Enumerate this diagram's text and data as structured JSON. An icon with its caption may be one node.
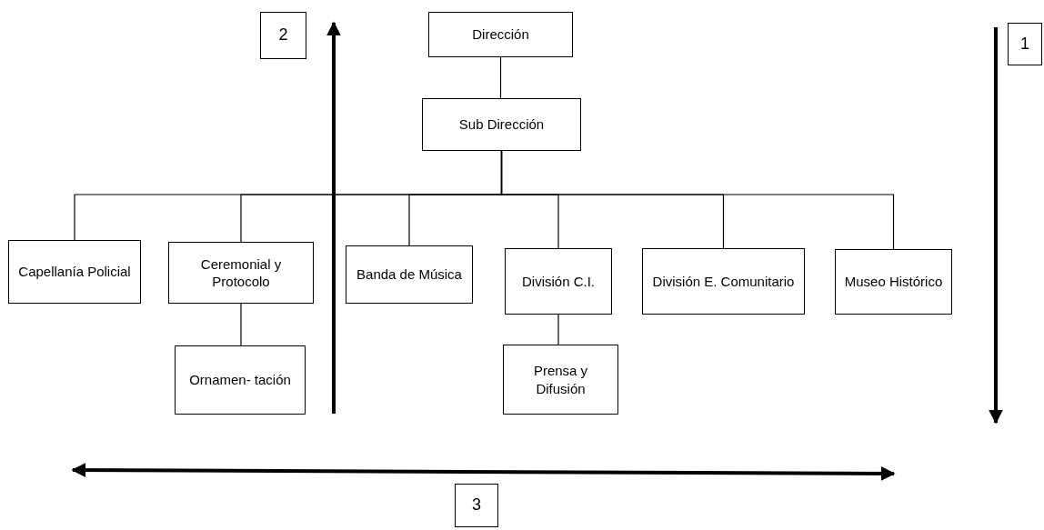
{
  "diagram": {
    "nodes": [
      {
        "text": [
          "Dirección"
        ]
      },
      {
        "text": [
          "Sub Dirección"
        ]
      },
      {
        "text": [
          "Capellanía Policial"
        ]
      },
      {
        "text": [
          "Ceremonial y Protocolo"
        ]
      },
      {
        "text": [
          "Banda de Música"
        ]
      },
      {
        "text": [
          "División C.I."
        ]
      },
      {
        "text": [
          "División E. Comunitario"
        ]
      },
      {
        "text": [
          "Museo Histórico"
        ]
      },
      {
        "text": [
          "Ornamen- tación"
        ]
      },
      {
        "text": [
          "Prensa y Difusión"
        ]
      },
      {
        "text": [
          "2"
        ]
      },
      {
        "text": [
          "1"
        ]
      },
      {
        "text": [
          "3"
        ]
      }
    ],
    "edges": [
      {
        "from": 0,
        "to": 1,
        "arrow": "none"
      },
      {
        "from": 1,
        "to": 2,
        "arrow": "none"
      },
      {
        "from": 1,
        "to": 3,
        "arrow": "none"
      },
      {
        "from": 1,
        "to": 4,
        "arrow": "none"
      },
      {
        "from": 1,
        "to": 5,
        "arrow": "none"
      },
      {
        "from": 1,
        "to": 6,
        "arrow": "none"
      },
      {
        "from": 1,
        "to": 7,
        "arrow": "none"
      },
      {
        "from": 3,
        "to": 8,
        "arrow": "none"
      },
      {
        "from": 5,
        "to": 9,
        "arrow": "none"
      }
    ]
  }
}
